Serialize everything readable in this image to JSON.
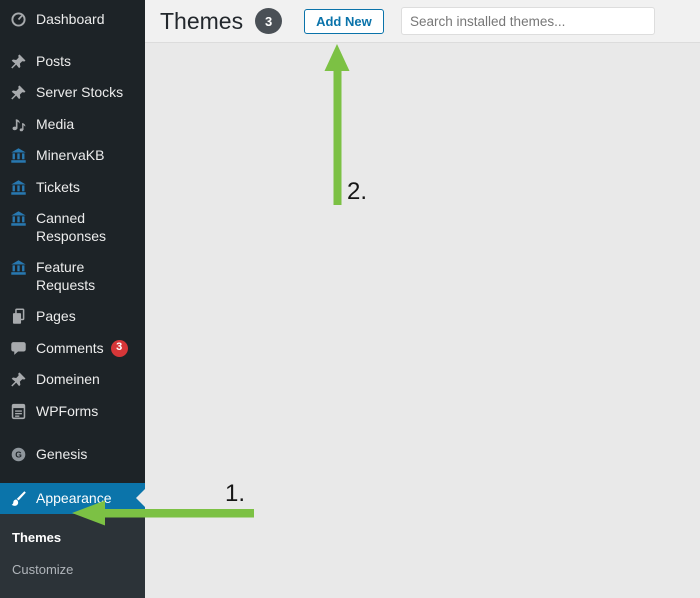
{
  "sidebar": {
    "items": [
      {
        "label": "Dashboard"
      },
      {
        "label": "Posts"
      },
      {
        "label": "Server Stocks"
      },
      {
        "label": "Media"
      },
      {
        "label": "MinervaKB"
      },
      {
        "label": "Tickets"
      },
      {
        "label": "Canned Responses"
      },
      {
        "label": "Feature Requests"
      },
      {
        "label": "Pages"
      },
      {
        "label": "Comments",
        "badge": "3"
      },
      {
        "label": "Domeinen"
      },
      {
        "label": "WPForms"
      },
      {
        "label": "Genesis",
        "letter": "G"
      },
      {
        "label": "Appearance"
      }
    ],
    "submenu": [
      {
        "label": "Themes"
      },
      {
        "label": "Customize"
      }
    ]
  },
  "header": {
    "title": "Themes",
    "count": "3",
    "add_new_label": "Add New",
    "search_placeholder": "Search installed themes..."
  },
  "annotations": {
    "step_1_label": "1.",
    "step_2_label": "2.",
    "arrow_color": "#7cc144"
  },
  "colors": {
    "sidebar_bg": "#1d2327",
    "submenu_bg": "#2c3338",
    "active_blue": "#0b74aa",
    "content_bg": "#e9e9e9",
    "topbar_bg": "#f1f1f1",
    "comments_badge_red": "#d63638",
    "count_badge_gray": "#4a5056",
    "link_blue": "#0a73aa"
  }
}
